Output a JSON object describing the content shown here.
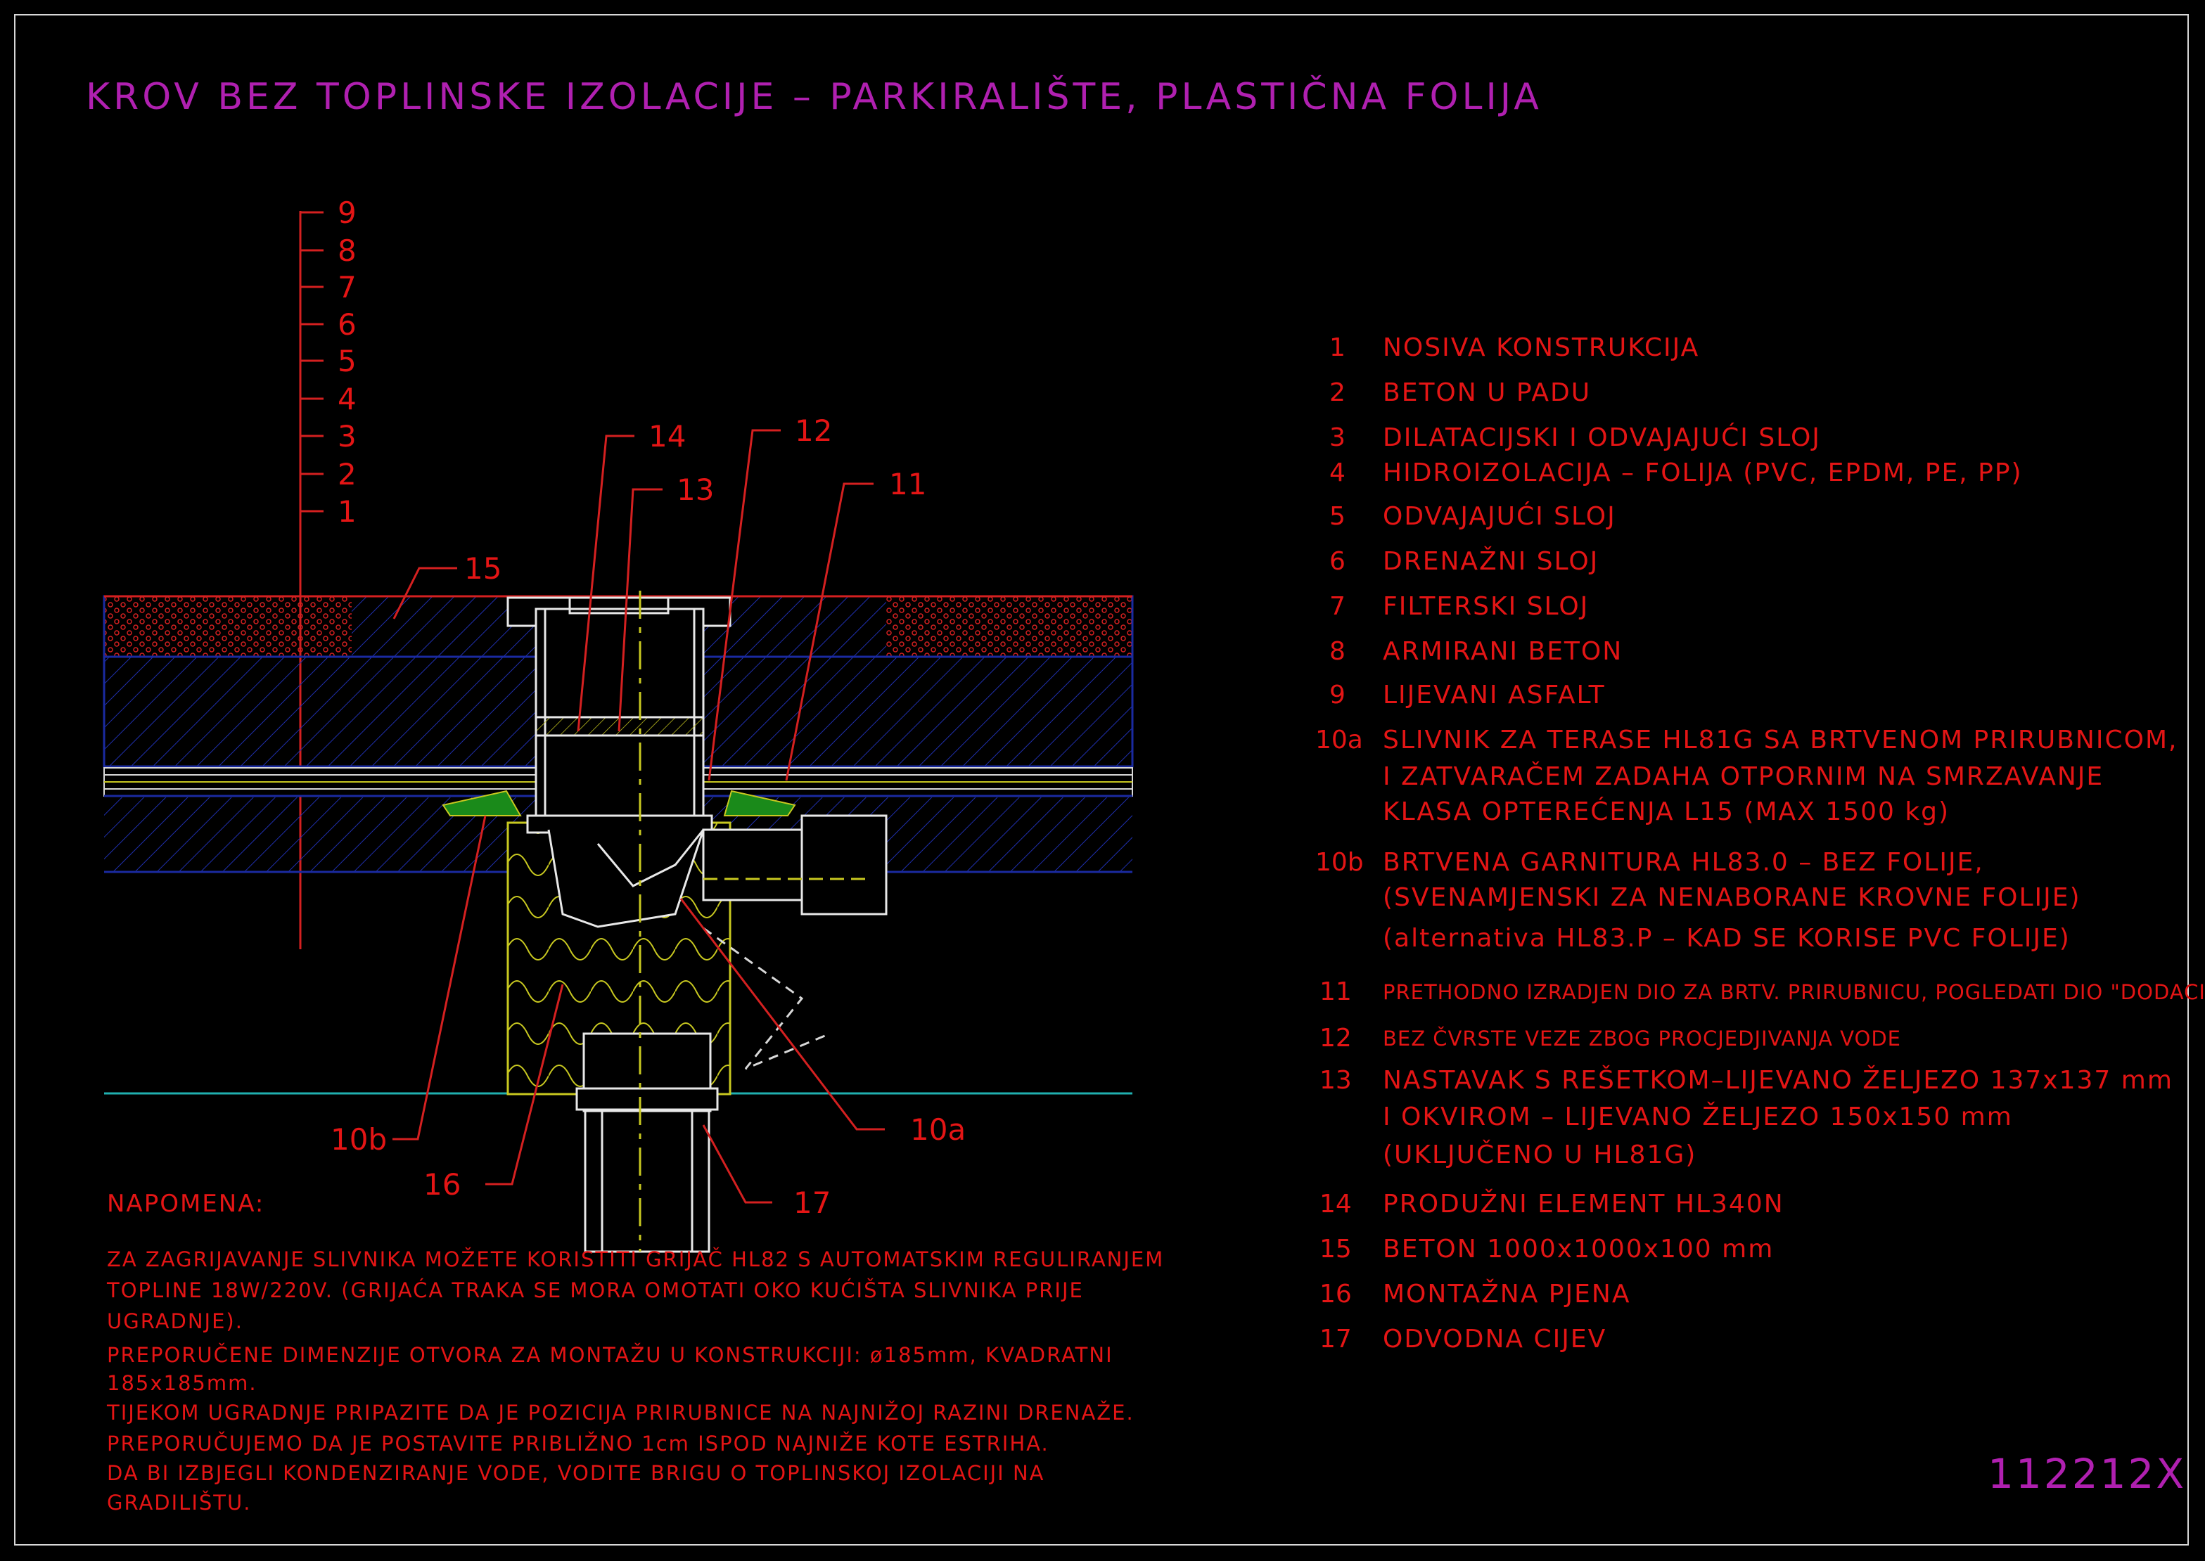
{
  "title": "KROV BEZ TOPLINSKE IZOLACIJE – PARKIRALIŠTE, PLASTIČNA FOLIJA",
  "drawing_code": "112212X",
  "scale_marks": [
    "9",
    "8",
    "7",
    "6",
    "5",
    "4",
    "3",
    "2",
    "1"
  ],
  "callouts": [
    "14",
    "12",
    "13",
    "11",
    "15",
    "10b",
    "16",
    "17",
    "10a"
  ],
  "legend": [
    {
      "num": "1",
      "lines": [
        "NOSIVA KONSTRUKCIJA"
      ]
    },
    {
      "num": "2",
      "lines": [
        "BETON U PADU"
      ]
    },
    {
      "num": "3",
      "lines": [
        "DILATACIJSKI I ODVAJAJUĆI SLOJ"
      ]
    },
    {
      "num": "4",
      "lines": [
        "HIDROIZOLACIJA – FOLIJA (PVC, EPDM, PE, PP)"
      ]
    },
    {
      "num": "5",
      "lines": [
        "ODVAJAJUĆI SLOJ"
      ]
    },
    {
      "num": "6",
      "lines": [
        "DRENAŽNI SLOJ"
      ]
    },
    {
      "num": "7",
      "lines": [
        "FILTERSKI SLOJ"
      ]
    },
    {
      "num": "8",
      "lines": [
        "ARMIRANI BETON"
      ]
    },
    {
      "num": "9",
      "lines": [
        "LIJEVANI ASFALT"
      ]
    },
    {
      "num": "10a",
      "lines": [
        "SLIVNIK ZA TERASE HL81G SA BRTVENOM PRIRUBNICOM,",
        "I ZATVARAČEM ZADAHA OTPORNIM NA SMRZAVANJE",
        "KLASA OPTEREĆENJA L15 (MAX 1500 kg)"
      ]
    },
    {
      "num": "10b",
      "lines": [
        "BRTVENA GARNITURA HL83.0 – BEZ FOLIJE,",
        "(SVENAMJENSKI ZA NENABORANE KROVNE FOLIJE)",
        "(alternativa HL83.P – KAD SE KORISE PVC FOLIJE)"
      ]
    },
    {
      "num": "11",
      "lines": [
        "PRETHODNO IZRADJEN DIO ZA BRTV. PRIRUBNICU, POGLEDATI DIO \"DODACI\""
      ]
    },
    {
      "num": "12",
      "lines": [
        "BEZ ČVRSTE VEZE ZBOG PROCJEDJIVANJA VODE"
      ]
    },
    {
      "num": "13",
      "lines": [
        "NASTAVAK S REŠETKOM–LIJEVANO ŽELJEZO 137x137 mm",
        "I OKVIROM – LIJEVANO ŽELJEZO 150x150 mm",
        "(UKLJUČENO U HL81G)"
      ]
    },
    {
      "num": "14",
      "lines": [
        "PRODUŽNI ELEMENT HL340N"
      ]
    },
    {
      "num": "15",
      "lines": [
        "BETON 1000x1000x100 mm"
      ]
    },
    {
      "num": "16",
      "lines": [
        "MONTAŽNA PJENA"
      ]
    },
    {
      "num": "17",
      "lines": [
        "ODVODNA CIJEV"
      ]
    }
  ],
  "note": {
    "title": "NAPOMENA:",
    "lines": [
      "ZA ZAGRIJAVANJE SLIVNIKA MOŽETE KORISTITI GRIJAČ HL82 S AUTOMATSKIM REGULIRANJEM",
      "TOPLINE 18W/220V. (GRIJAĆA TRAKA SE MORA OMOTATI OKO KUĆIŠTA SLIVNIKA PRIJE",
      "UGRADNJE).",
      "PREPORUČENE DIMENZIJE OTVORA ZA MONTAŽU U KONSTRUKCIJI: ø185mm, KVADRATNI",
      "185x185mm.",
      "TIJEKOM UGRADNJE PRIPAZITE DA JE POZICIJA PRIRUBNICE NA NAJNIŽOJ RAZINI DRENAŽE.",
      "PREPORUČUJEMO DA JE POSTAVITE PRIBLIŽNO 1cm ISPOD NAJNIŽE KOTE ESTRIHA.",
      "DA BI IZBJEGLI KONDENZIRANJE VODE, VODITE BRIGU O TOPLINSKOJ IZOLACIJI NA",
      "GRADILIŠTU."
    ]
  },
  "colors": {
    "background": "#000000",
    "frame": "#d8d8d8",
    "text_red": "#e41515",
    "title_magenta": "#b020b0",
    "layer_blue": "#1a2aa0",
    "base_cyan": "#20b0b0",
    "insulation_yellow": "#c8c820",
    "drain_white": "#e8e8e8"
  }
}
